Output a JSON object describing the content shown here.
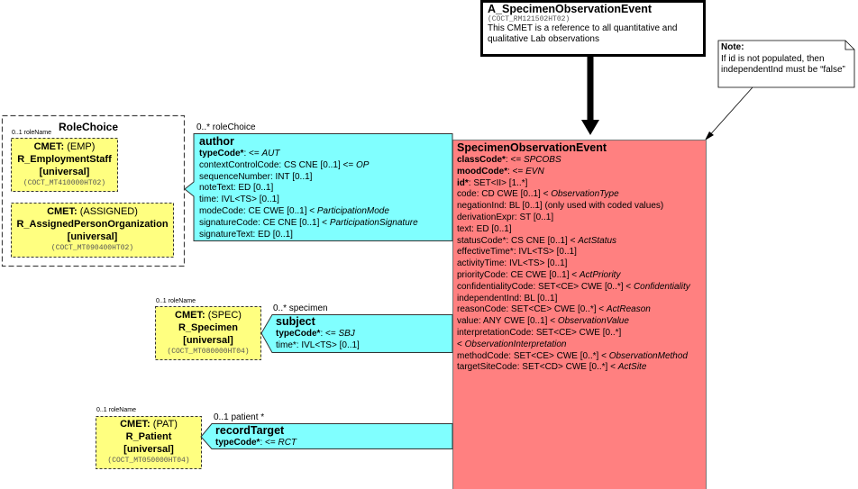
{
  "entry_point": {
    "title": "A_SpecimenObservationEvent",
    "code": "(COCT_RM121502HT02)",
    "description_lines": [
      "This CMET is a reference to all quantitative and",
      "qualitative Lab observations"
    ]
  },
  "note": {
    "heading": "Note:",
    "lines": [
      "If id is not populated, then",
      "independentInd must be “false”"
    ]
  },
  "main_class": {
    "title": "SpecimenObservationEvent",
    "fill": "#FF8080",
    "attributes": [
      {
        "n": "classCode*",
        "b": true,
        "t": ": <= ",
        "v": "SPCOBS"
      },
      {
        "n": "moodCode*",
        "b": true,
        "t": ": <= ",
        "v": "EVN"
      },
      {
        "n": "id*",
        "b": true,
        "t": ": SET<II> [1..*]",
        "v": ""
      },
      {
        "n": "code",
        "b": false,
        "t": ": CD CWE [0..1] < ",
        "v": "ObservationType"
      },
      {
        "n": "negationInd",
        "b": false,
        "t": ": BL [0..1] (only used with coded values)",
        "v": ""
      },
      {
        "n": "derivationExpr",
        "b": false,
        "t": ": ST [0..1]",
        "v": ""
      },
      {
        "n": "text",
        "b": false,
        "t": ": ED [0..1]",
        "v": ""
      },
      {
        "n": "statusCode*",
        "b": false,
        "t": ": CS CNE [0..1] < ",
        "v": "ActStatus"
      },
      {
        "n": "effectiveTime*",
        "b": false,
        "t": ": IVL<TS> [0..1]",
        "v": ""
      },
      {
        "n": "activityTime",
        "b": false,
        "t": ": IVL<TS> [0..1]",
        "v": ""
      },
      {
        "n": "priorityCode",
        "b": false,
        "t": ": CE CWE [0..1] < ",
        "v": "ActPriority"
      },
      {
        "n": "confidentialityCode",
        "b": false,
        "t": ": SET<CE> CWE [0..*] < ",
        "v": "Confidentiality"
      },
      {
        "n": "independentInd",
        "b": false,
        "t": ": BL [0..1]",
        "v": ""
      },
      {
        "n": "reasonCode",
        "b": false,
        "t": ": SET<CE> CWE [0..*] < ",
        "v": "ActReason"
      },
      {
        "n": "value",
        "b": false,
        "t": ": ANY CWE [0..1] < ",
        "v": "ObservationValue"
      },
      {
        "n": "interpretationCode",
        "b": false,
        "t": ": SET<CE> CWE [0..*]",
        "v": ""
      },
      {
        "n": "",
        "b": false,
        "t": " < ",
        "v": "ObservationInterpretation"
      },
      {
        "n": "methodCode",
        "b": false,
        "t": ": SET<CE> CWE [0..*] < ",
        "v": "ObservationMethod"
      },
      {
        "n": "targetSiteCode",
        "b": false,
        "t": ": SET<CD> CWE [0..*] < ",
        "v": "ActSite"
      }
    ]
  },
  "role_choice": {
    "title": "RoleChoice",
    "association": "0..* roleChoice",
    "cmets": [
      {
        "role_name": "0..1 roleName",
        "label": "CMET:",
        "type": "(EMP)",
        "name": "R_EmploymentStaff",
        "scope": "[universal]",
        "code": "(COCT_MT410000HT02)"
      },
      {
        "role_name": "",
        "label": "CMET:",
        "type": "(ASSIGNED)",
        "name": "R_AssignedPersonOrganization",
        "scope": "[universal]",
        "code": "(COCT_MT090400HT02)"
      }
    ]
  },
  "author": {
    "title": "author",
    "fill": "#80FFFF",
    "attributes": [
      {
        "n": "typeCode*",
        "b": true,
        "t": ": <= ",
        "v": "AUT"
      },
      {
        "n": "contextControlCode",
        "b": false,
        "t": ": CS CNE [0..1] <= ",
        "v": "OP"
      },
      {
        "n": "sequenceNumber",
        "b": false,
        "t": ": INT [0..1]",
        "v": ""
      },
      {
        "n": "noteText",
        "b": false,
        "t": ": ED [0..1]",
        "v": ""
      },
      {
        "n": "time",
        "b": false,
        "t": ": IVL<TS> [0..1]",
        "v": ""
      },
      {
        "n": "modeCode",
        "b": false,
        "t": ": CE CWE [0..1] < ",
        "v": "ParticipationMode"
      },
      {
        "n": "signatureCode",
        "b": false,
        "t": ": CE CNE [0..1] < ",
        "v": "ParticipationSignature"
      },
      {
        "n": "signatureText",
        "b": false,
        "t": ": ED [0..1]",
        "v": ""
      }
    ]
  },
  "subject": {
    "title": "subject",
    "association": "0..* specimen",
    "attributes": [
      {
        "n": "typeCode*",
        "b": true,
        "t": ": <= ",
        "v": "SBJ"
      },
      {
        "n": "time*",
        "b": false,
        "t": ": IVL<TS> [0..1]",
        "v": ""
      }
    ],
    "cmet": {
      "role_name": "0..1 roleName",
      "label": "CMET:",
      "type": "(SPEC)",
      "name": "R_Specimen",
      "scope": "[universal]",
      "code": "(COCT_MT080000HT04)"
    }
  },
  "record_target": {
    "title": "recordTarget",
    "association": "0..1 patient  *",
    "attributes": [
      {
        "n": "typeCode*",
        "b": true,
        "t": ": <= ",
        "v": "RCT"
      }
    ],
    "cmet": {
      "role_name": "0..1 roleName",
      "label": "CMET:",
      "type": "(PAT)",
      "name": "R_Patient",
      "scope": "[universal]",
      "code": "(COCT_MT050000HT04)"
    }
  }
}
